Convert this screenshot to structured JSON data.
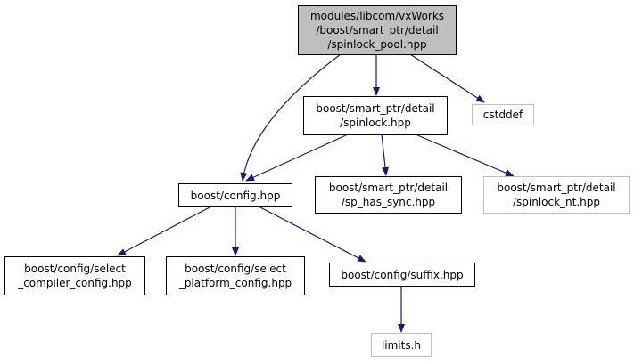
{
  "colors": {
    "edge": "#191970",
    "root_fill": "#bfbfbf",
    "node_border": "#000000",
    "external_border": "#bfbfbf"
  },
  "nodes": {
    "root": {
      "lines": [
        "modules/libcom/vxWorks",
        "/boost/smart_ptr/detail",
        "/spinlock_pool.hpp"
      ]
    },
    "spinlock": {
      "lines": [
        "boost/smart_ptr/detail",
        "/spinlock.hpp"
      ]
    },
    "cstddef": {
      "lines": [
        "cstddef"
      ]
    },
    "config": {
      "lines": [
        "boost/config.hpp"
      ]
    },
    "sp_has_sync": {
      "lines": [
        "boost/smart_ptr/detail",
        "/sp_has_sync.hpp"
      ]
    },
    "spinlock_nt": {
      "lines": [
        "boost/smart_ptr/detail",
        "/spinlock_nt.hpp"
      ]
    },
    "select_compiler": {
      "lines": [
        "boost/config/select",
        "_compiler_config.hpp"
      ]
    },
    "select_platform": {
      "lines": [
        "boost/config/select",
        "_platform_config.hpp"
      ]
    },
    "suffix": {
      "lines": [
        "boost/config/suffix.hpp"
      ]
    },
    "limits": {
      "lines": [
        "limits.h"
      ]
    }
  }
}
